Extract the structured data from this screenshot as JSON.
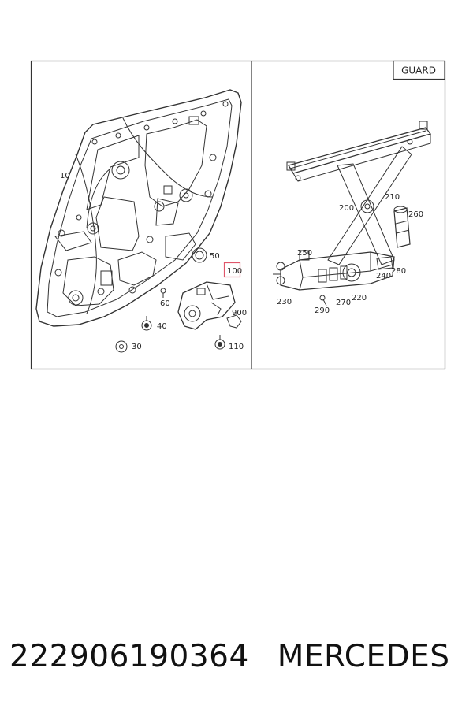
{
  "diagram": {
    "frame_label": "GUARD",
    "left_callouts": [
      "10",
      "50",
      "100",
      "60",
      "40",
      "900",
      "30",
      "110"
    ],
    "right_callouts": [
      "210",
      "200",
      "260",
      "250",
      "240",
      "280",
      "230",
      "270",
      "220",
      "290"
    ],
    "highlight_color": "#e0566a",
    "line_color": "#333333"
  },
  "caption": {
    "part_number": "222906190364",
    "brand": "MERCEDES"
  }
}
